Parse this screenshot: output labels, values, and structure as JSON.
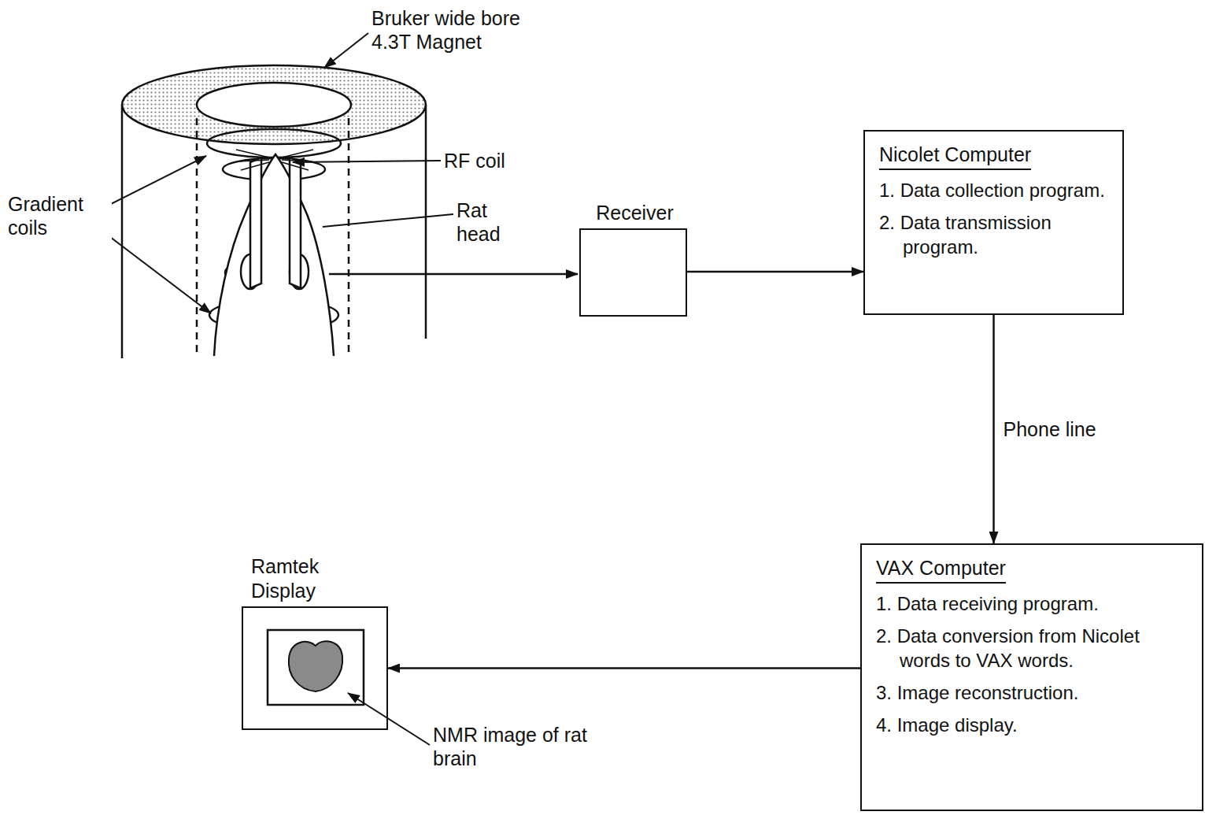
{
  "diagram": {
    "nodes": [
      {
        "text": [
          "Receiver"
        ]
      },
      {
        "text": [
          "Nicolet Computer",
          "1. Data collection program.",
          "2. Data transmission program."
        ]
      },
      {
        "text": [
          "VAX Computer",
          "1. Data receiving program.",
          "2. Data conversion from Nicolet words to VAX words.",
          "3. Image reconstruction.",
          "4. Image display."
        ]
      },
      {
        "text": [
          "Ramtek Display"
        ]
      }
    ],
    "edges": [
      {
        "from": 0,
        "to": 1,
        "arrow": "to"
      },
      {
        "from": 1,
        "to": 2,
        "label": "Phone line",
        "arrow": "to"
      },
      {
        "from": 2,
        "to": 3,
        "arrow": "to"
      }
    ],
    "labels": [
      "Bruker wide bore 4.3T Magnet",
      "RF coil",
      "Gradient coils",
      "Rat head",
      "NMR image of rat brain"
    ]
  }
}
